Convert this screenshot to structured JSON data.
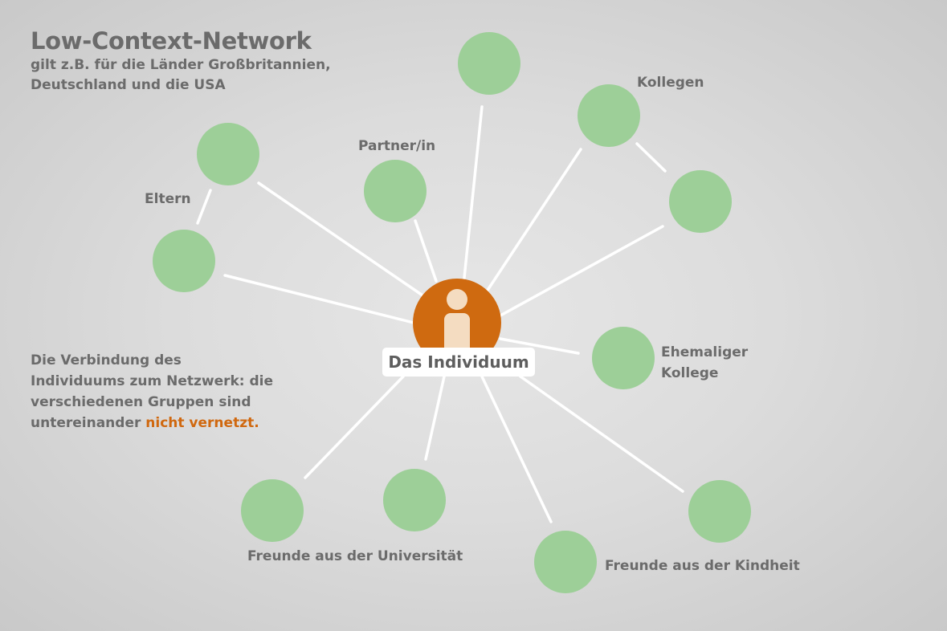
{
  "title": "Low-Context-Network",
  "subtitle_line1": "gilt z.B. für die Länder Großbritannien,",
  "subtitle_line2": "Deutschland und die USA",
  "description": {
    "line1": "Die Verbindung des",
    "line2": "Individuums zum Netzwerk: die",
    "line3": "verschiedenen Gruppen sind",
    "line4_prefix": "untereinander ",
    "line4_highlight": "nicht vernetzt."
  },
  "center": {
    "label": "Das Individuum",
    "icon": "info-person-icon",
    "color": "#cf6a10"
  },
  "node_color": "#9dcf98",
  "groups": {
    "eltern": "Eltern",
    "partner": "Partner/in",
    "kollegen": "Kollegen",
    "ehemaliger_line1": "Ehemaliger",
    "ehemaliger_line2": "Kollege",
    "uni": "Freunde aus der Universität",
    "kindheit": "Freunde aus der Kindheit"
  }
}
